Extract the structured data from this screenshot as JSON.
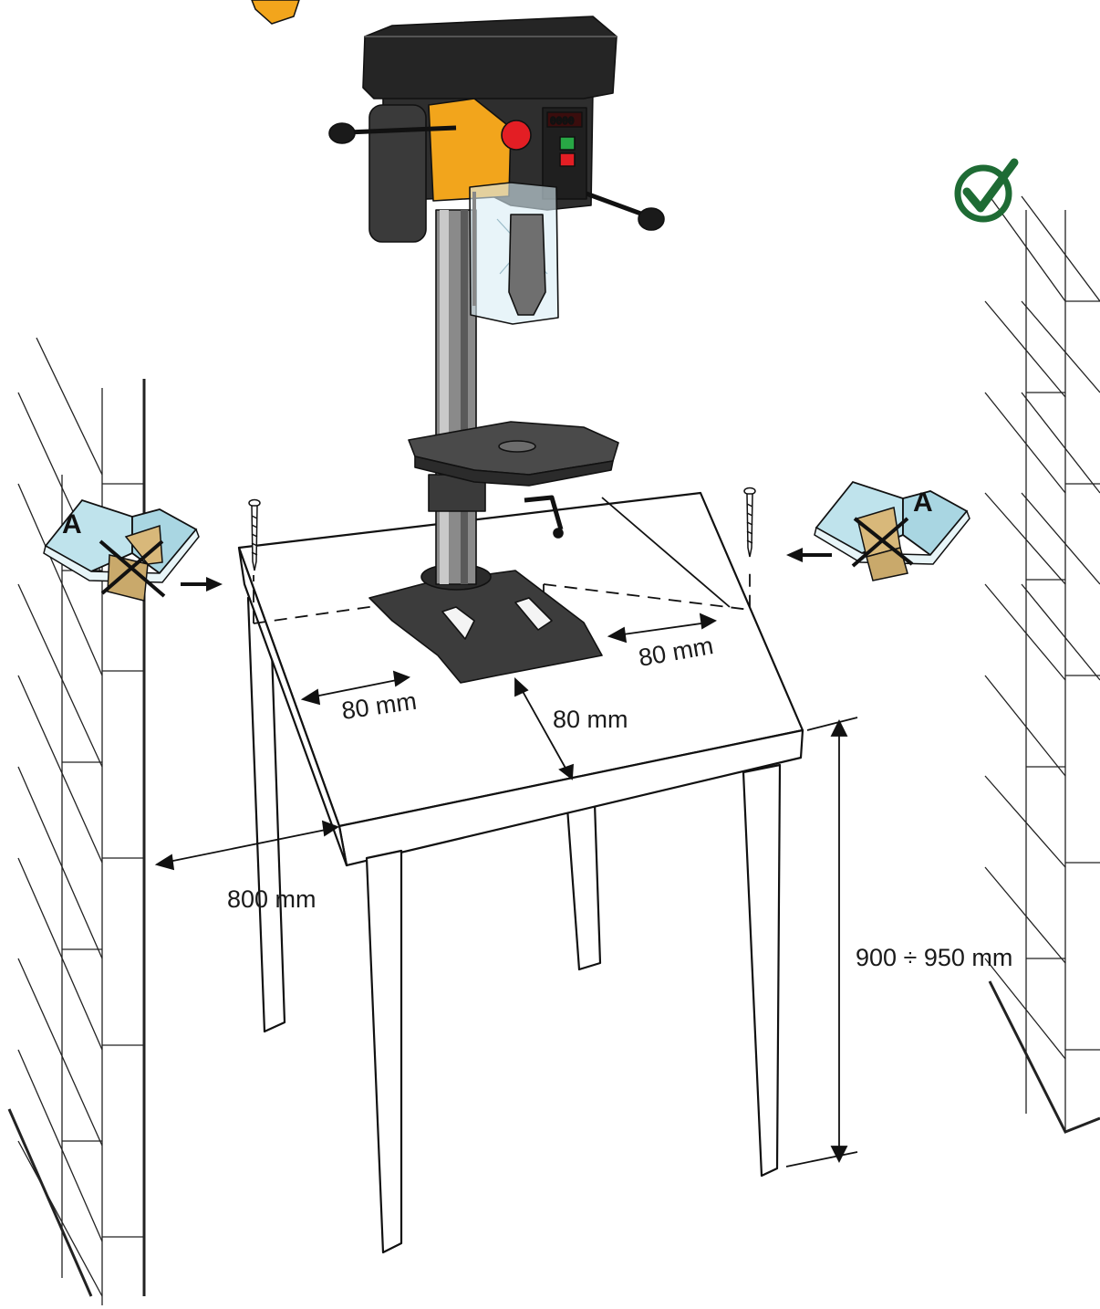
{
  "dimensions": {
    "wall_clearance": "800 mm",
    "left_margin": "80 mm",
    "right_margin": "80 mm",
    "front_margin": "80 mm",
    "table_height": "900 ÷ 950 mm"
  },
  "manual_letter": "A",
  "display_readout": "0000",
  "colors": {
    "approved_check": "#1e6b34",
    "machine_yellow": "#f2a51c",
    "machine_dark": "#2b2b2b",
    "emergency_red": "#e31e24"
  },
  "icons": [
    "checkmark-icon",
    "manual-book-icon",
    "screw-icon",
    "arrow-right-icon",
    "arrow-left-icon"
  ]
}
